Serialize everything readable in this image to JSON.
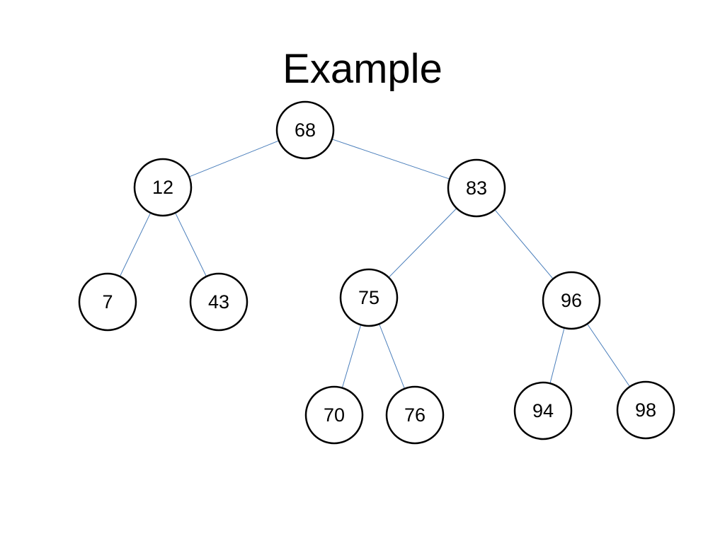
{
  "title": "Example",
  "colors": {
    "edge": "#4a7ebb",
    "node_fill": "#ffffff",
    "node_stroke": "#000000",
    "highlight_fill": "#ff9999",
    "highlight_stroke": "#e01010"
  },
  "tree": {
    "nodes": [
      {
        "id": "n68",
        "label": "68",
        "highlighted": false
      },
      {
        "id": "n12",
        "label": "12",
        "highlighted": false
      },
      {
        "id": "n83",
        "label": "83",
        "highlighted": true
      },
      {
        "id": "n7",
        "label": "7",
        "highlighted": false
      },
      {
        "id": "n43",
        "label": "43",
        "highlighted": false
      },
      {
        "id": "n75",
        "label": "75",
        "highlighted": false
      },
      {
        "id": "n96",
        "label": "96",
        "highlighted": false
      },
      {
        "id": "n70",
        "label": "70",
        "highlighted": false
      },
      {
        "id": "n76",
        "label": "76",
        "highlighted": false
      },
      {
        "id": "n94",
        "label": "94",
        "highlighted": false
      },
      {
        "id": "n98",
        "label": "98",
        "highlighted": false
      }
    ],
    "edges": [
      {
        "from": "n68",
        "to": "n12"
      },
      {
        "from": "n68",
        "to": "n83"
      },
      {
        "from": "n12",
        "to": "n7"
      },
      {
        "from": "n12",
        "to": "n43"
      },
      {
        "from": "n83",
        "to": "n75"
      },
      {
        "from": "n83",
        "to": "n96"
      },
      {
        "from": "n75",
        "to": "n70"
      },
      {
        "from": "n75",
        "to": "n76"
      },
      {
        "from": "n96",
        "to": "n94"
      },
      {
        "from": "n96",
        "to": "n98"
      }
    ]
  }
}
